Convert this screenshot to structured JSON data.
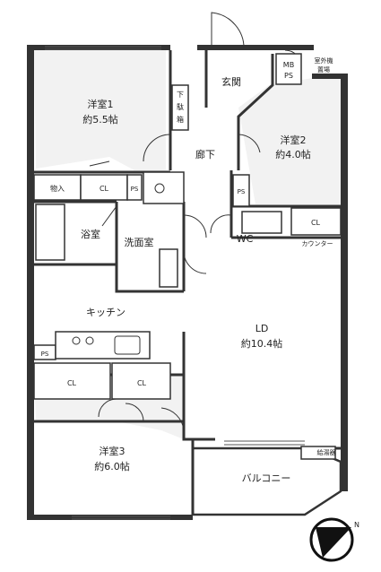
{
  "rooms": {
    "yoshitsu1": {
      "name": "洋室1",
      "area": "約5.5帖"
    },
    "yoshitsu2": {
      "name": "洋室2",
      "area": "約4.0帖"
    },
    "yoshitsu3": {
      "name": "洋室3",
      "area": "約6.0帖"
    },
    "ld": {
      "name": "LD",
      "area": "約10.4帖"
    },
    "kitchen": "キッチン",
    "genkan": "玄関",
    "roka": "廊下",
    "yokushitsu": "浴室",
    "senmenshitsu": "洗面室",
    "wc": "WC",
    "balcony": "バルコニー"
  },
  "fixtures": {
    "shoe_closet": [
      "下",
      "駄",
      "箱"
    ],
    "mb": "MB",
    "ps": "PS",
    "outdoor_unit": [
      "室外機",
      "置場"
    ],
    "storage": "物入",
    "cl": "CL",
    "counter": "カウンター",
    "water_heater": "給湯器"
  },
  "compass": {
    "label": "N"
  }
}
